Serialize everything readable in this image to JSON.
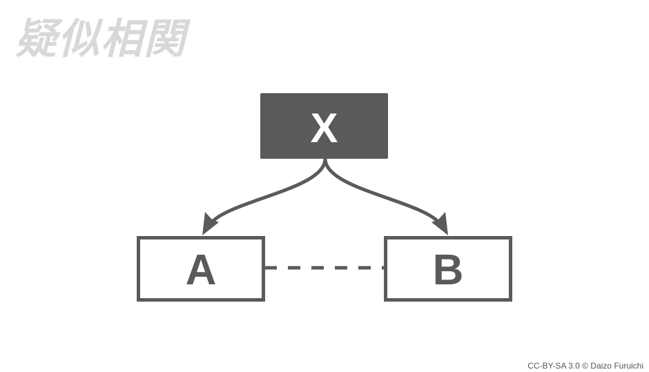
{
  "title": "疑似相関",
  "nodes": {
    "x": {
      "label": "X"
    },
    "a": {
      "label": "A"
    },
    "b": {
      "label": "B"
    }
  },
  "edges": [
    {
      "from": "X",
      "to": "A",
      "style": "arrow"
    },
    {
      "from": "X",
      "to": "B",
      "style": "arrow"
    },
    {
      "from": "A",
      "to": "B",
      "style": "dashed"
    }
  ],
  "credit": "CC-BY-SA 3.0 © Daizo Furuichi",
  "colors": {
    "ink": "#5a5a5a",
    "title": "#d8d8d8",
    "background": "#ffffff"
  }
}
